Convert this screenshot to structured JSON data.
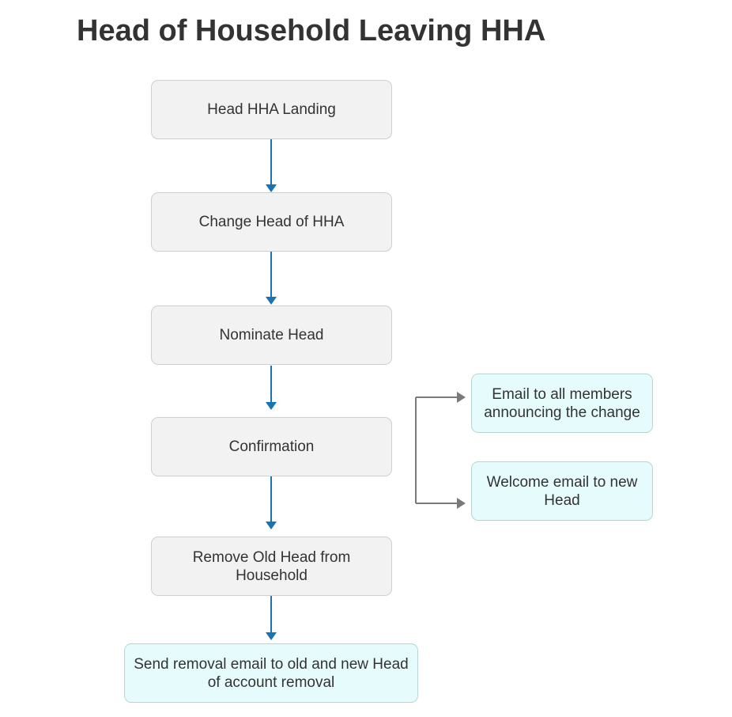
{
  "title": "Head of Household Leaving HHA",
  "nodes": {
    "landing": "Head HHA Landing",
    "change_head": "Change Head of HHA",
    "nominate": "Nominate Head",
    "confirmation": "Confirmation",
    "remove_old_head": "Remove Old Head from Household",
    "send_removal_email": "Send removal email to old and new Head of account removal",
    "email_all_members": "Email to all members announcing the change",
    "welcome_email": "Welcome email to new Head"
  },
  "colors": {
    "main_arrow": "#1a73b5",
    "branch_arrow": "#7a7a7a",
    "grey_box": "#f2f2f2",
    "cyan_box": "#e6fcfc",
    "text": "#333333"
  }
}
